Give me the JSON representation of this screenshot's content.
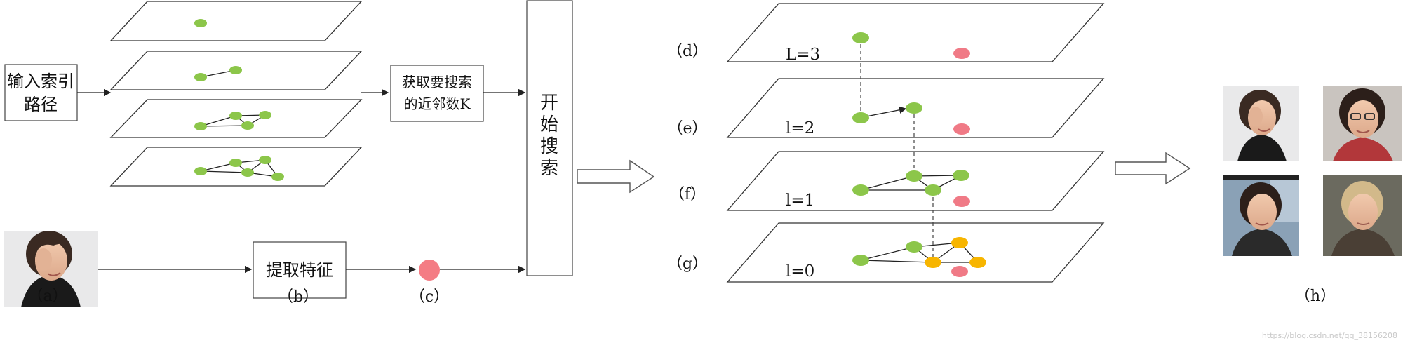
{
  "colors": {
    "green_node": "#8cc64a",
    "pink_node": "#f07a86",
    "query_node": "#f47c84",
    "orange_node": "#f7b500"
  },
  "boxes": {
    "input_index_line1": "输入索引",
    "input_index_line2": "路径",
    "get_k_line1": "获取要搜索",
    "get_k_line2": "的近邻数K",
    "extract": "提取特征",
    "start_search": [
      "开",
      "始",
      "搜",
      "索"
    ]
  },
  "captions": {
    "a": "（a）",
    "b": "（b）",
    "c": "（c）",
    "d": "（d）",
    "e": "（e）",
    "f": "（f）",
    "g": "（g）",
    "h": "（h）"
  },
  "layers": {
    "l3": "L=3",
    "l2": "l=2",
    "l1": "l=1",
    "l0": "l=0"
  },
  "images": {
    "query_face": "face-photo-woman-covering-eye",
    "results": [
      "face-photo-woman-covering-eye",
      "face-photo-woman-glasses",
      "face-photo-woman-dark-hair",
      "face-photo-woman-blonde"
    ]
  },
  "watermark": "https://blog.csdn.net/qq_38156208"
}
